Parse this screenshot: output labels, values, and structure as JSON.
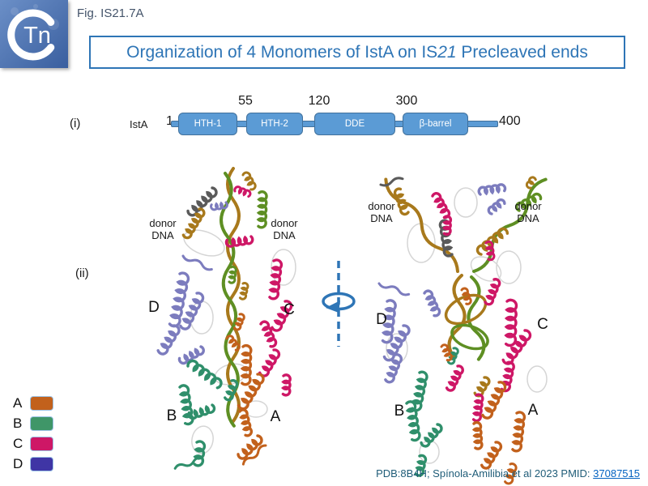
{
  "slide": {
    "fig_label": "Fig. IS21.7A"
  },
  "logo": {
    "text": "Tn"
  },
  "title": {
    "part1": "Organization of 4 Monomers of IstA on IS",
    "italic": "21",
    "part2": " Precleaved ends"
  },
  "domain_diagram": {
    "panel_label": "(i)",
    "protein_label": "IstA",
    "end_residue": "400",
    "domains": [
      {
        "label": "HTH-1",
        "start": "1"
      },
      {
        "label": "HTH-2",
        "start": "55"
      },
      {
        "label": "DDE",
        "start": "120"
      },
      {
        "label": "β-barrel",
        "start": "300"
      }
    ]
  },
  "structures": {
    "panel_label": "(ii)",
    "donor_dna_line1": "donor",
    "donor_dna_line2": "DNA",
    "monomer_labels": {
      "a": "A",
      "b": "B",
      "c": "C",
      "d": "D"
    }
  },
  "legend": {
    "items": [
      {
        "letter": "A",
        "color": "#C2611C"
      },
      {
        "letter": "B",
        "color": "#3F9668"
      },
      {
        "letter": "C",
        "color": "#CE1766"
      },
      {
        "letter": "D",
        "color": "#3F35A5"
      }
    ]
  },
  "citation": {
    "text": "PDB:8B4H; Spínola-Amilibia et al 2023 PMID: ",
    "link": "37087515"
  },
  "colors": {
    "accent": "#2E75B6",
    "domain_fill": "#5B9BD5",
    "domain_border": "#41719C",
    "monomer_a": "#C2611C",
    "monomer_b": "#2F8F6B",
    "monomer_c": "#CE1766",
    "monomer_d": "#3F35A5",
    "ribbon_d": "#7C7CBE",
    "dna_gold": "#A8791C",
    "dna_green": "#5E8F23",
    "dna_grey": "#5A5A5A",
    "outline": "#D5D5D5"
  }
}
